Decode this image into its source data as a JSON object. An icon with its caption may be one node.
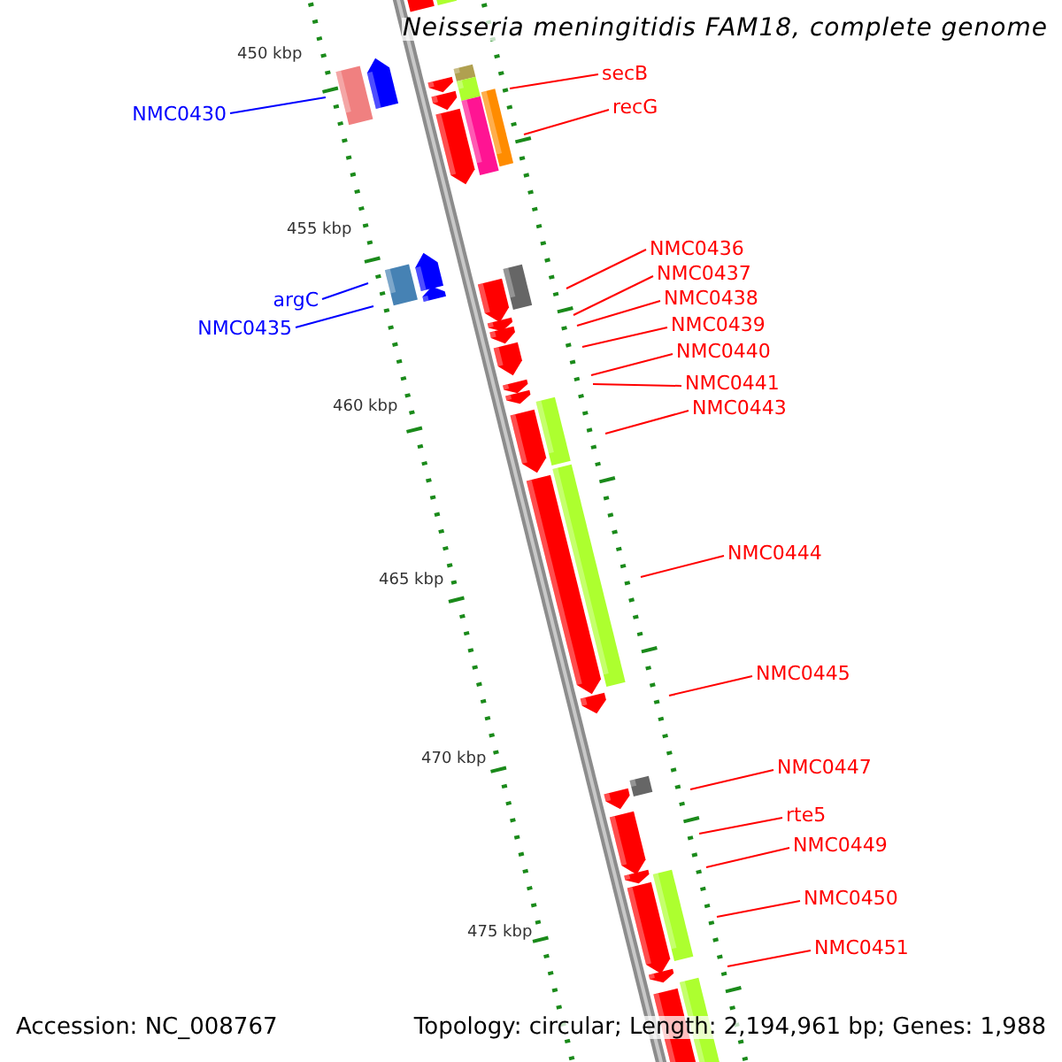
{
  "diagram": {
    "title": "Neisseria meningitidis FAM18, complete genome",
    "nodes": [
      {
        "text": [
          "NMC0430"
        ]
      },
      {
        "text": [
          "secB"
        ]
      },
      {
        "text": [
          "recG"
        ]
      },
      {
        "text": [
          "argC"
        ]
      },
      {
        "text": [
          "NMC0435"
        ]
      },
      {
        "text": [
          "NMC0436"
        ]
      },
      {
        "text": [
          "NMC0437"
        ]
      },
      {
        "text": [
          "NMC0438"
        ]
      },
      {
        "text": [
          "NMC0439"
        ]
      },
      {
        "text": [
          "NMC0440"
        ]
      },
      {
        "text": [
          "NMC0441"
        ]
      },
      {
        "text": [
          "NMC0443"
        ]
      },
      {
        "text": [
          "NMC0444"
        ]
      },
      {
        "text": [
          "NMC0445"
        ]
      },
      {
        "text": [
          "NMC0447"
        ]
      },
      {
        "text": [
          "rte5"
        ]
      },
      {
        "text": [
          "NMC0449"
        ]
      },
      {
        "text": [
          "NMC0450"
        ]
      },
      {
        "text": [
          "NMC0451"
        ]
      }
    ],
    "edges": [
      {
        "from": 0,
        "to": null,
        "arrow": "none",
        "color": "#0000ff"
      },
      {
        "from": 1,
        "to": null,
        "arrow": "none"
      },
      {
        "from": 2,
        "to": null,
        "arrow": "none"
      },
      {
        "from": 3,
        "to": null,
        "arrow": "none",
        "color": "#0000ff"
      },
      {
        "from": 4,
        "to": null,
        "arrow": "none",
        "color": "#0000ff"
      },
      {
        "from": 5,
        "to": null,
        "arrow": "none"
      },
      {
        "from": 6,
        "to": null,
        "arrow": "none"
      },
      {
        "from": 7,
        "to": null,
        "arrow": "none"
      },
      {
        "from": 8,
        "to": null,
        "arrow": "none"
      },
      {
        "from": 9,
        "to": null,
        "arrow": "none"
      },
      {
        "from": 10,
        "to": null,
        "arrow": "none"
      },
      {
        "from": 11,
        "to": null,
        "arrow": "none"
      },
      {
        "from": 12,
        "to": null,
        "arrow": "none"
      },
      {
        "from": 13,
        "to": null,
        "arrow": "none"
      },
      {
        "from": 14,
        "to": null,
        "arrow": "none"
      },
      {
        "from": 15,
        "to": null,
        "arrow": "none"
      },
      {
        "from": 16,
        "to": null,
        "arrow": "none"
      },
      {
        "from": 17,
        "to": null,
        "arrow": "none"
      },
      {
        "from": 18,
        "to": null,
        "arrow": "none"
      }
    ],
    "labels": [
      "450 kbp",
      "455 kbp",
      "460 kbp",
      "465 kbp",
      "470 kbp",
      "475 kbp",
      "Accession: NC_008767",
      "Topology: circular; Length: 2,194,961 bp; Genes: 1,988"
    ]
  }
}
